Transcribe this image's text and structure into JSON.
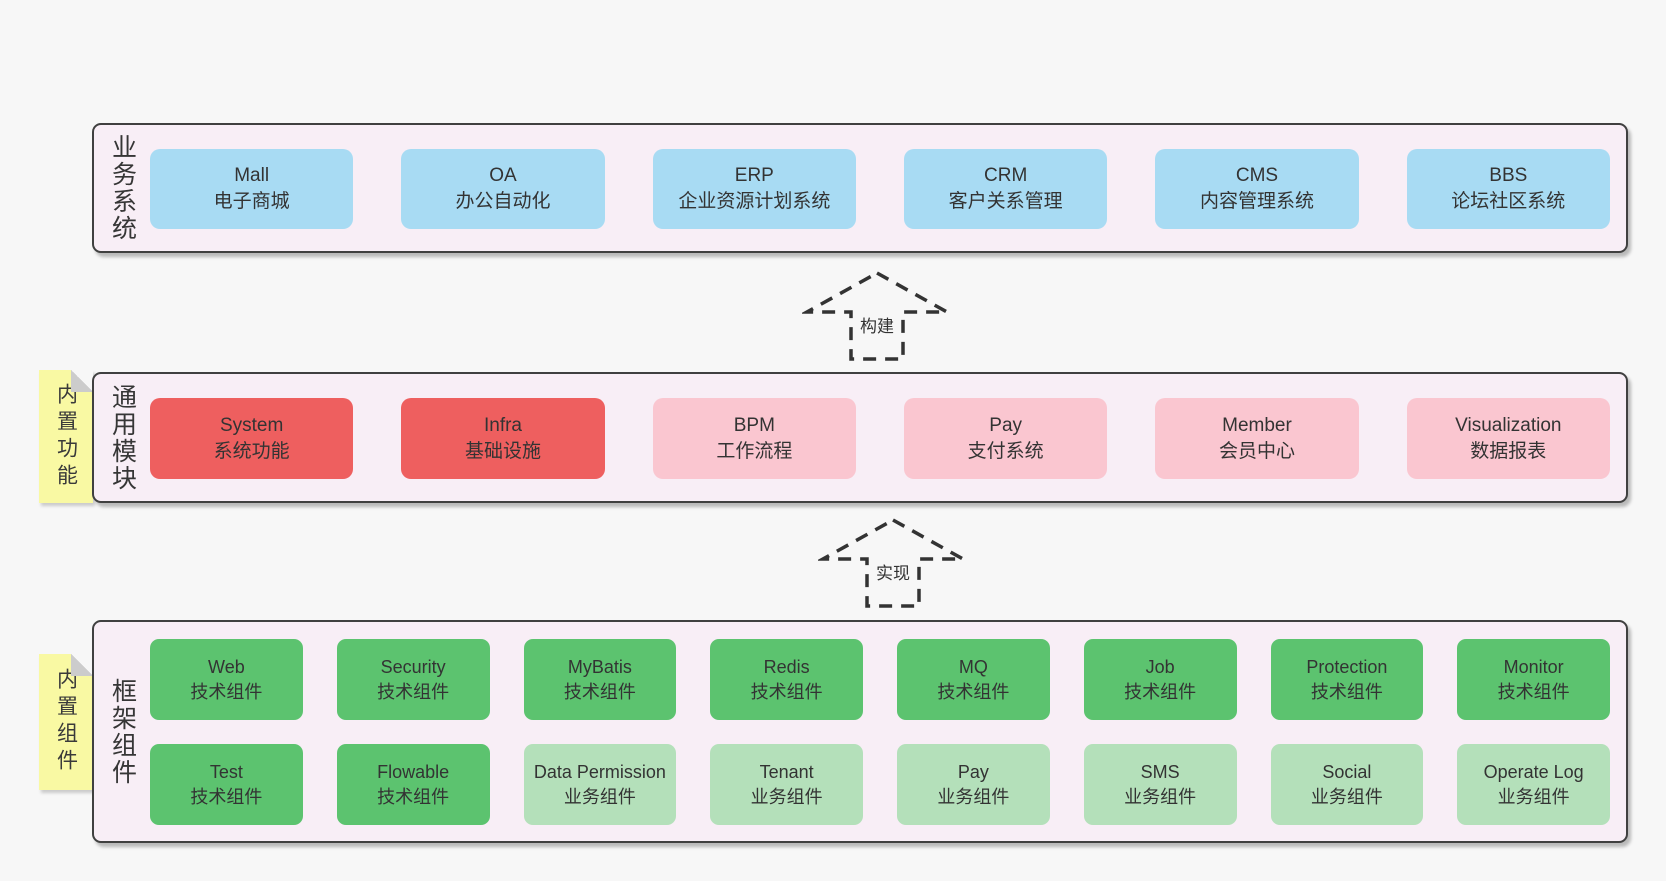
{
  "layers": {
    "business": {
      "label": "业务系统",
      "boxes": [
        {
          "name": "Mall",
          "desc": "电子商城"
        },
        {
          "name": "OA",
          "desc": "办公自动化"
        },
        {
          "name": "ERP",
          "desc": "企业资源计划系统"
        },
        {
          "name": "CRM",
          "desc": "客户关系管理"
        },
        {
          "name": "CMS",
          "desc": "内容管理系统"
        },
        {
          "name": "BBS",
          "desc": "论坛社区系统"
        }
      ]
    },
    "modules": {
      "label": "通用模块",
      "note": "内置功能",
      "boxes": [
        {
          "name": "System",
          "desc": "系统功能"
        },
        {
          "name": "Infra",
          "desc": "基础设施"
        },
        {
          "name": "BPM",
          "desc": "工作流程"
        },
        {
          "name": "Pay",
          "desc": "支付系统"
        },
        {
          "name": "Member",
          "desc": "会员中心"
        },
        {
          "name": "Visualization",
          "desc": "数据报表"
        }
      ]
    },
    "components": {
      "label": "框架组件",
      "note": "内置组件",
      "row1": [
        {
          "name": "Web",
          "desc": "技术组件"
        },
        {
          "name": "Security",
          "desc": "技术组件"
        },
        {
          "name": "MyBatis",
          "desc": "技术组件"
        },
        {
          "name": "Redis",
          "desc": "技术组件"
        },
        {
          "name": "MQ",
          "desc": "技术组件"
        },
        {
          "name": "Job",
          "desc": "技术组件"
        },
        {
          "name": "Protection",
          "desc": "技术组件"
        },
        {
          "name": "Monitor",
          "desc": "技术组件"
        }
      ],
      "row2": [
        {
          "name": "Test",
          "desc": "技术组件"
        },
        {
          "name": "Flowable",
          "desc": "技术组件"
        },
        {
          "name": "Data Permission",
          "desc": "业务组件"
        },
        {
          "name": "Tenant",
          "desc": "业务组件"
        },
        {
          "name": "Pay",
          "desc": "业务组件"
        },
        {
          "name": "SMS",
          "desc": "业务组件"
        },
        {
          "name": "Social",
          "desc": "业务组件"
        },
        {
          "name": "Operate Log",
          "desc": "业务组件"
        }
      ]
    }
  },
  "arrows": {
    "build": "构建",
    "implement": "实现"
  },
  "colors": {
    "page-bg": "#f7f7f7",
    "layer-bg": "#f8eef6",
    "layer-border": "#404040",
    "box-blue": "#a8dbf3",
    "box-red": "#ee5f5f",
    "box-pink": "#fac6d0",
    "box-green": "#5cc36f",
    "box-green-light": "#b4e0ba",
    "note-yellow": "#f9f9a3",
    "note-fold": "#cccccc",
    "text": "#363636",
    "arrow": "#333333"
  }
}
